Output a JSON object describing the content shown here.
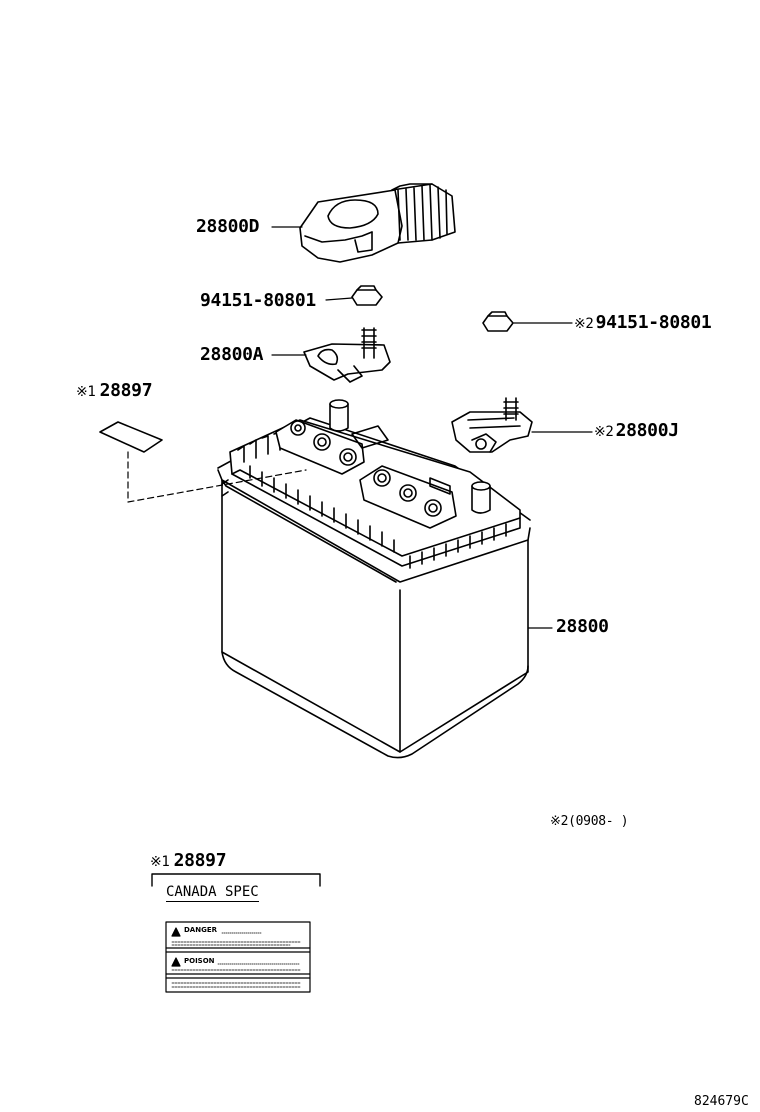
{
  "parts": {
    "cover": "28800D",
    "nut_left": "94151-80801",
    "nut_right": "94151-80801",
    "clamp_neg": "28800A",
    "clamp_pos": "28800J",
    "label_part": "28897",
    "battery": "28800",
    "label_part_bottom": "28897"
  },
  "notes": {
    "mark1": "※1",
    "mark2": "※2",
    "date_range": "(0908-    )",
    "canada_spec": "CANADA SPEC",
    "label_danger": "DANGER",
    "label_poison": "POISON",
    "diagram_ref": "824679C"
  },
  "colors": {
    "line": "#000000",
    "background": "#ffffff"
  }
}
